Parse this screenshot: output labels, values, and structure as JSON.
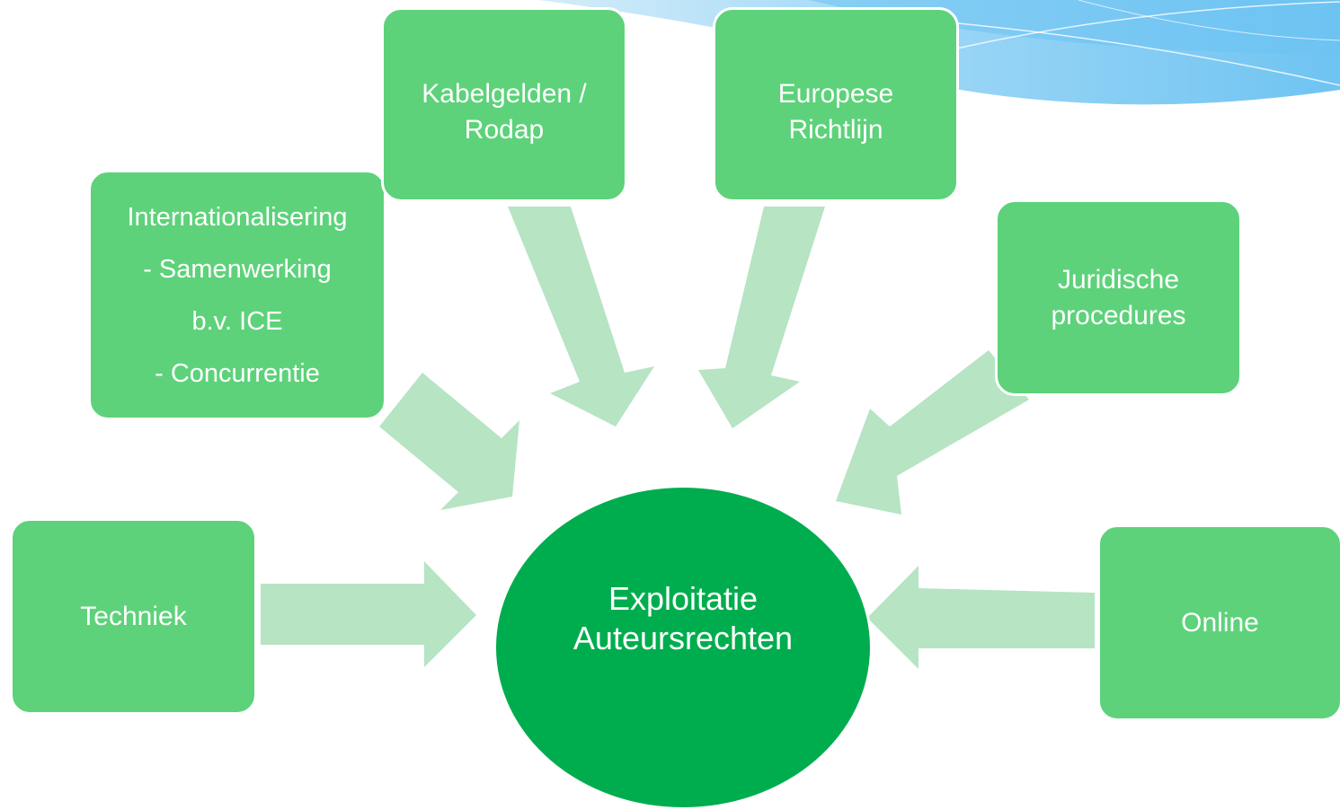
{
  "colors": {
    "box_fill": "#5dd27a",
    "center_fill": "#00ad4e",
    "arrow_fill": "#b7e4c3",
    "deco_blue": "#7cc8f2",
    "text": "#ffffff"
  },
  "center": {
    "label": "Exploitatie\nAuteursrechten"
  },
  "nodes": {
    "internationalisering": "Internationalisering\n- Samenwerking\nb.v. ICE\n- Concurrentie",
    "kabelgelden": "Kabelgelden /\nRodap",
    "europese_richtlijn": "Europese\nRichtlijn",
    "juridische_procedures": "Juridische\nprocedures",
    "techniek": "Techniek",
    "online": "Online"
  }
}
